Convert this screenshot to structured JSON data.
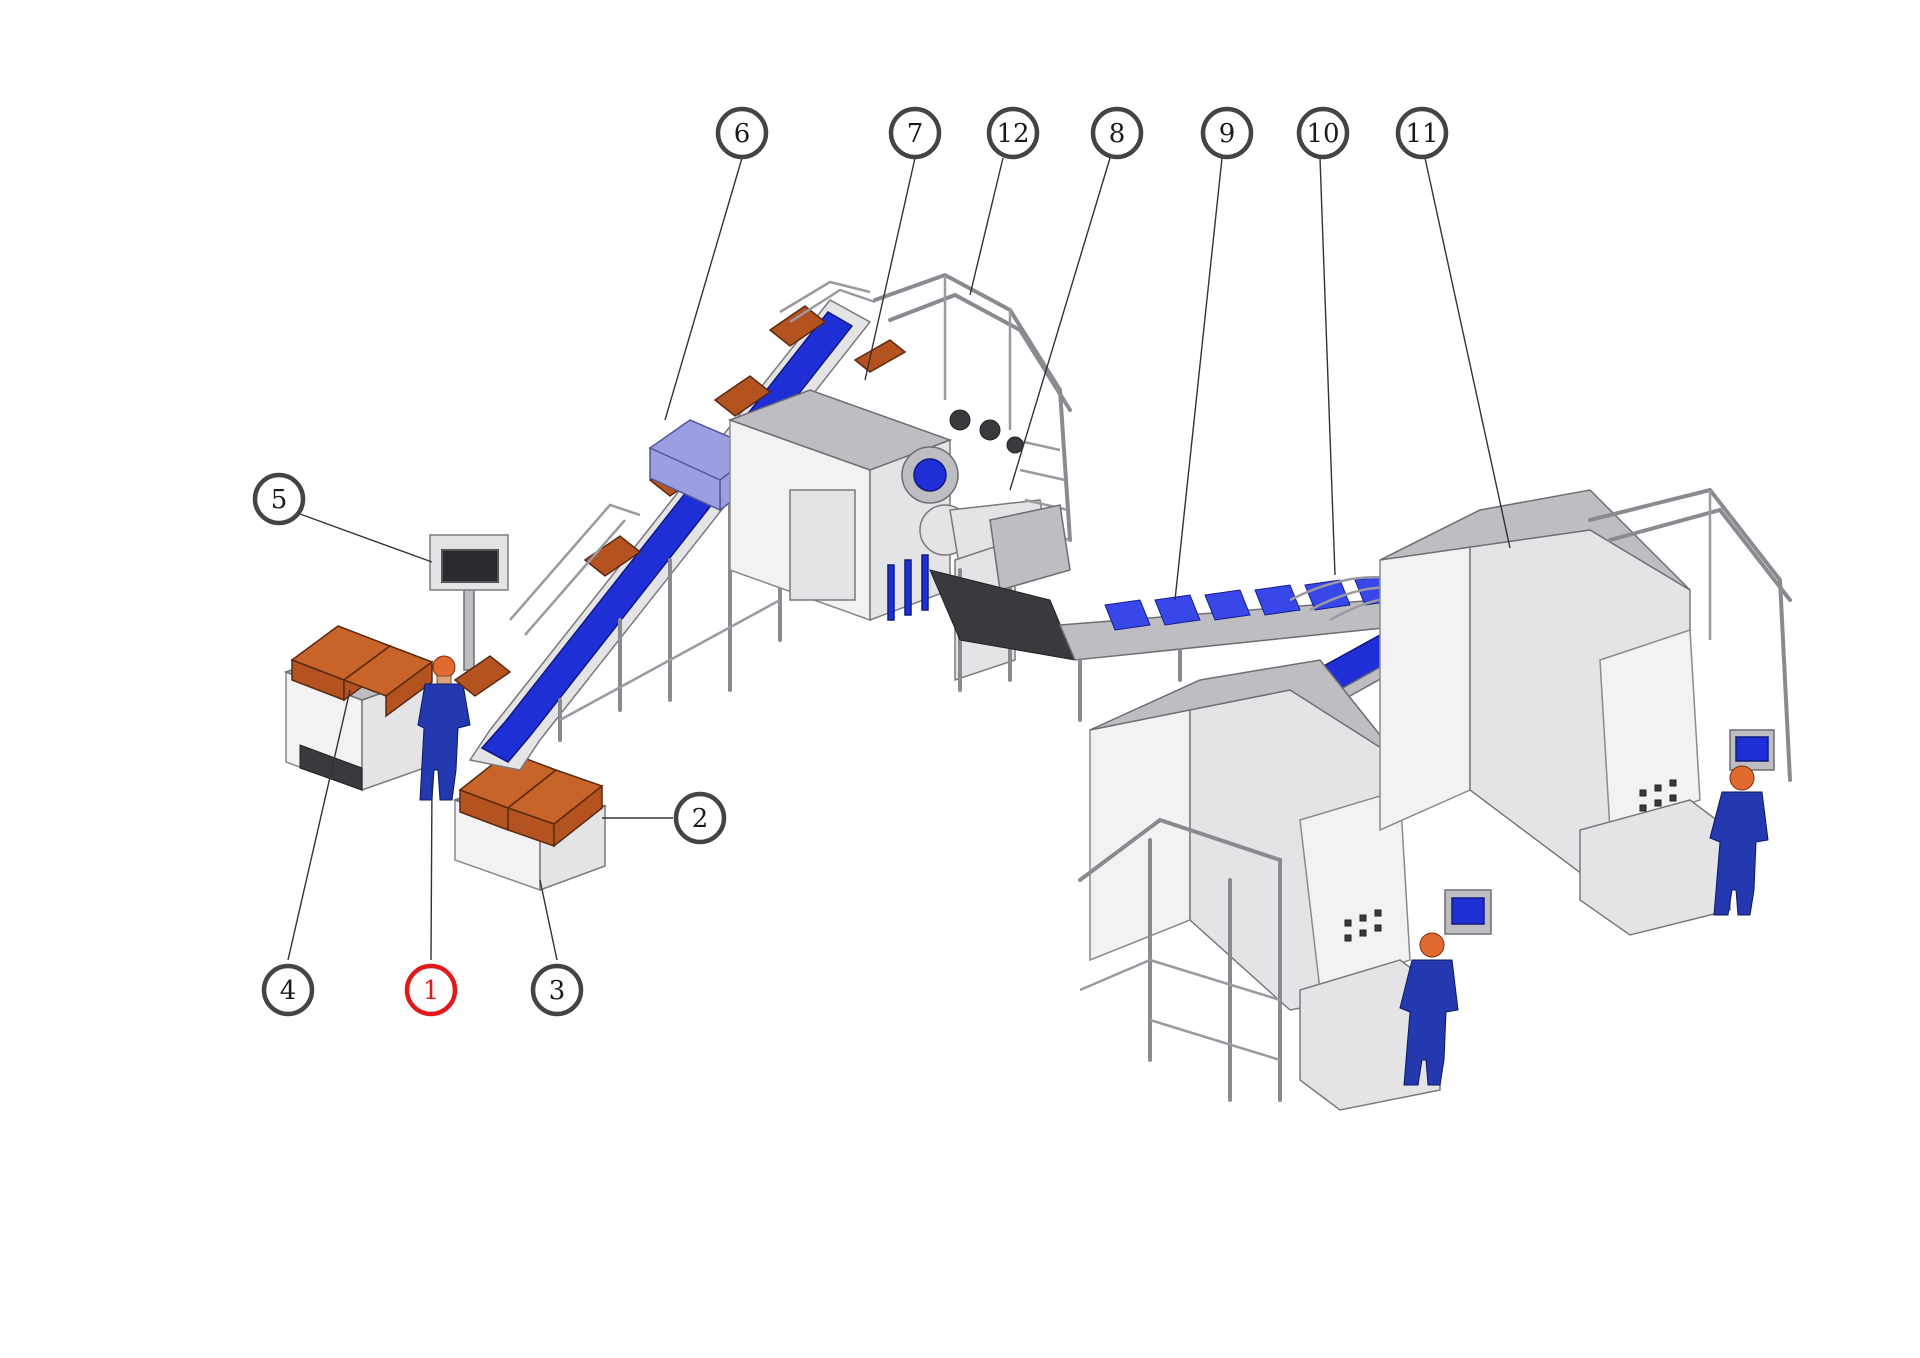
{
  "callouts": [
    {
      "id": "1",
      "label": "1",
      "highlight": true
    },
    {
      "id": "2",
      "label": "2",
      "highlight": false
    },
    {
      "id": "3",
      "label": "3",
      "highlight": false
    },
    {
      "id": "4",
      "label": "4",
      "highlight": false
    },
    {
      "id": "5",
      "label": "5",
      "highlight": false
    },
    {
      "id": "6",
      "label": "6",
      "highlight": false
    },
    {
      "id": "7",
      "label": "7",
      "highlight": false
    },
    {
      "id": "8",
      "label": "8",
      "highlight": false
    },
    {
      "id": "9",
      "label": "9",
      "highlight": false
    },
    {
      "id": "10",
      "label": "10",
      "highlight": false
    },
    {
      "id": "11",
      "label": "11",
      "highlight": false
    },
    {
      "id": "12",
      "label": "12",
      "highlight": false
    }
  ],
  "colors": {
    "highlight": "#e01a1a",
    "callout_stroke": "#444444",
    "belt": "#1f2fd6",
    "product_block": "#b4531f",
    "steel": "#e4e4e6"
  }
}
